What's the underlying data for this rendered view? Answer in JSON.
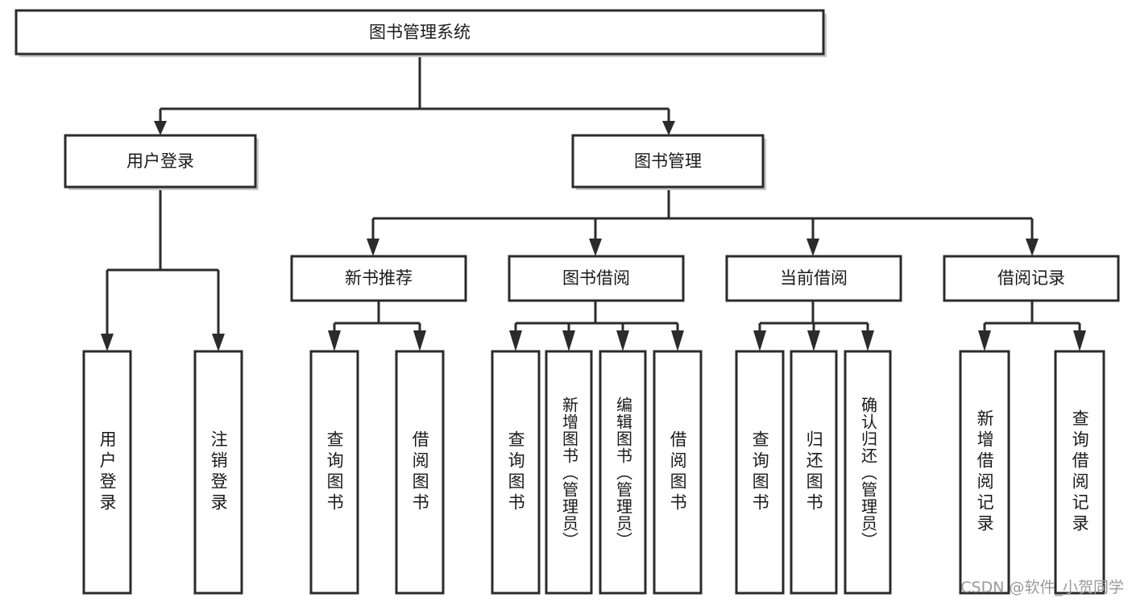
{
  "diagram": {
    "type": "hierarchy-tree",
    "title": "图书管理系统",
    "root": {
      "label": "图书管理系统"
    },
    "level2": [
      {
        "label": "用户登录"
      },
      {
        "label": "图书管理"
      }
    ],
    "level3": [
      {
        "label": "新书推荐"
      },
      {
        "label": "图书借阅"
      },
      {
        "label": "当前借阅"
      },
      {
        "label": "借阅记录"
      }
    ],
    "leaves": {
      "user_login": [
        {
          "label": "用户登录"
        },
        {
          "label": "注销登录"
        }
      ],
      "new_book": [
        {
          "label": "查询图书"
        },
        {
          "label": "借阅图书"
        }
      ],
      "book_borrow": [
        {
          "label": "查询图书"
        },
        {
          "label": "新增图书（管理员）"
        },
        {
          "label": "编辑图书（管理员）"
        },
        {
          "label": "借阅图书"
        }
      ],
      "current_borrow": [
        {
          "label": "查询图书"
        },
        {
          "label": "归还图书"
        },
        {
          "label": "确认归还（管理员）"
        }
      ],
      "borrow_record": [
        {
          "label": "新增借阅记录"
        },
        {
          "label": "查询借阅记录"
        }
      ]
    }
  },
  "watermark": {
    "text": "CSDN @软件_小贺同学"
  },
  "colors": {
    "box_stroke": "#2b2b2b",
    "box_fill": "#ffffff",
    "text": "#1a1a1a",
    "watermark": "#9a9a9a",
    "background": "#ffffff"
  }
}
